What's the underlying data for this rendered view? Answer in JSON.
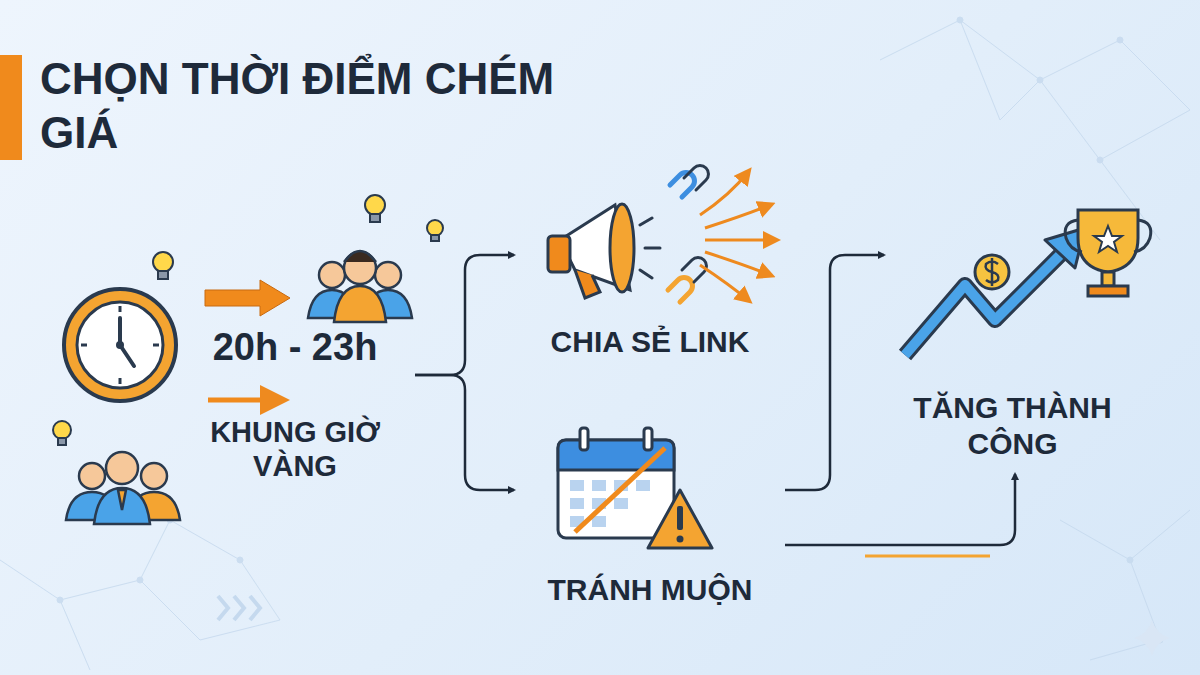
{
  "diagram": {
    "title": "CHỌN THỜI ĐIỂM CHÉM GIÁ",
    "nodes": [
      {
        "text": [
          "20h - 23h",
          "KHUNG GIỜ VÀNG"
        ]
      },
      {
        "text": [
          "CHIA SẺ LINK"
        ]
      },
      {
        "text": [
          "TRÁNH MUỘN"
        ]
      },
      {
        "text": [
          "TĂNG THÀNH CÔNG"
        ]
      }
    ],
    "edges": [
      {
        "from": 0,
        "to": 1,
        "arrow": "to"
      },
      {
        "from": 0,
        "to": 2,
        "arrow": "to"
      },
      {
        "from": 2,
        "to": 3,
        "arrow": "to"
      },
      {
        "from": 2,
        "to": 3,
        "arrow": "to"
      }
    ]
  }
}
